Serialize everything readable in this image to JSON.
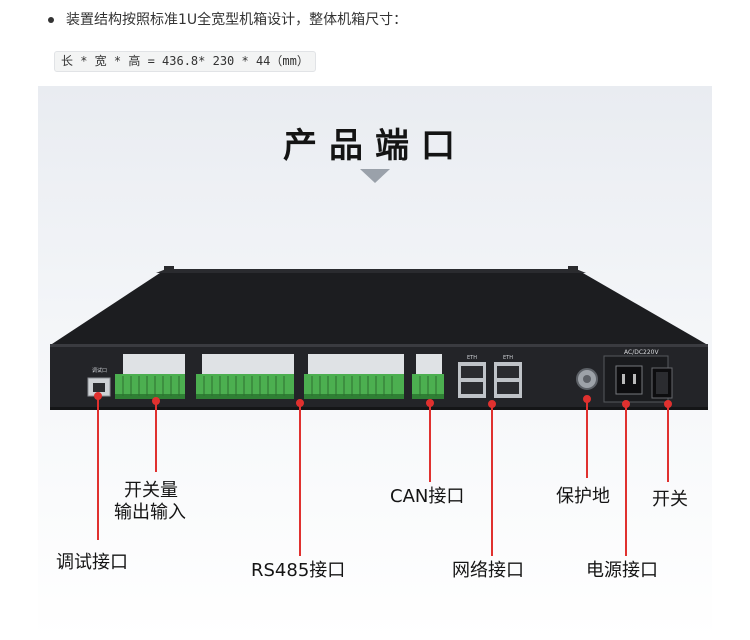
{
  "intro": {
    "bullet_text": "装置结构按照标准1U全宽型机箱设计，整体机箱尺寸：",
    "dimensions": "长 * 宽 * 高 = 436.8* 230 * 44（mm）"
  },
  "figure": {
    "title": "产品端口",
    "device": {
      "debug_port_label": "调试口",
      "eth_label_1": "ETH",
      "eth_label_2": "ETH",
      "power_label": "AC/DC220V"
    },
    "callouts": {
      "switch_io_line1": "开关量",
      "switch_io_line2": "输出输入",
      "can": "CAN接口",
      "ground": "保护地",
      "power_switch": "开关",
      "debug": "调试接口",
      "rs485": "RS485接口",
      "network": "网络接口",
      "power": "电源接口"
    },
    "colors": {
      "callout_line": "#e0312f",
      "terminal_green": "#4caf50",
      "chassis": "#1e1f22"
    }
  }
}
